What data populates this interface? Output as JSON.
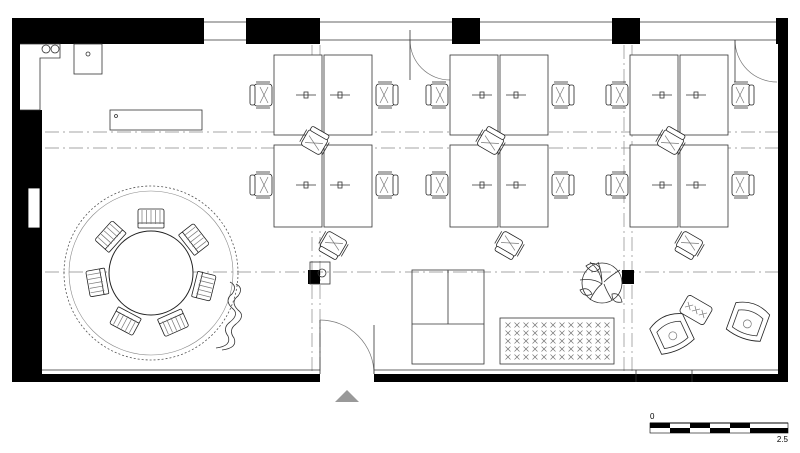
{
  "scale_bar": {
    "start_label": "0",
    "end_label": "2.5"
  },
  "rooms": {
    "workstation_blocks": 3,
    "meeting_table_seats": 7
  },
  "colors": {
    "walls": "#000000",
    "lines": "#333333",
    "entrance_marker": "#999999"
  }
}
